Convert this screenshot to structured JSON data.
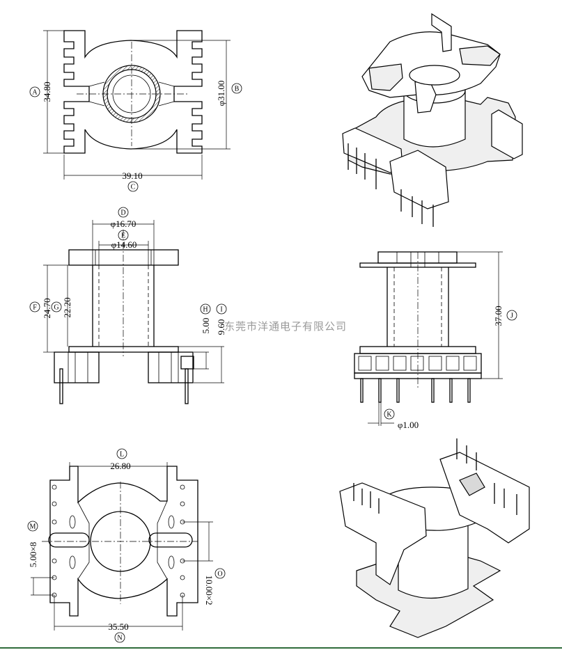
{
  "watermark": "东莞市洋通电子有限公司",
  "dimensions": {
    "A": {
      "letter": "A",
      "value": "34.80"
    },
    "B": {
      "letter": "B",
      "value": "φ31.00"
    },
    "C": {
      "letter": "C",
      "value": "39.10"
    },
    "D": {
      "letter": "D",
      "value": "φ16.70"
    },
    "E": {
      "letter": "E",
      "value": "φ14.60"
    },
    "F": {
      "letter": "F",
      "value": "24.70"
    },
    "G": {
      "letter": "G",
      "value": "22.20"
    },
    "H": {
      "letter": "H",
      "value": "5.00"
    },
    "I": {
      "letter": "I",
      "value": "9.60"
    },
    "J": {
      "letter": "J",
      "value": "37.00"
    },
    "K": {
      "letter": "K",
      "value": "φ1.00"
    },
    "L": {
      "letter": "L",
      "value": "26.80"
    },
    "M": {
      "letter": "M",
      "value": "5.00×8"
    },
    "N": {
      "letter": "N",
      "value": "35.50"
    },
    "O": {
      "letter": "O",
      "value": "10.00×2"
    }
  }
}
